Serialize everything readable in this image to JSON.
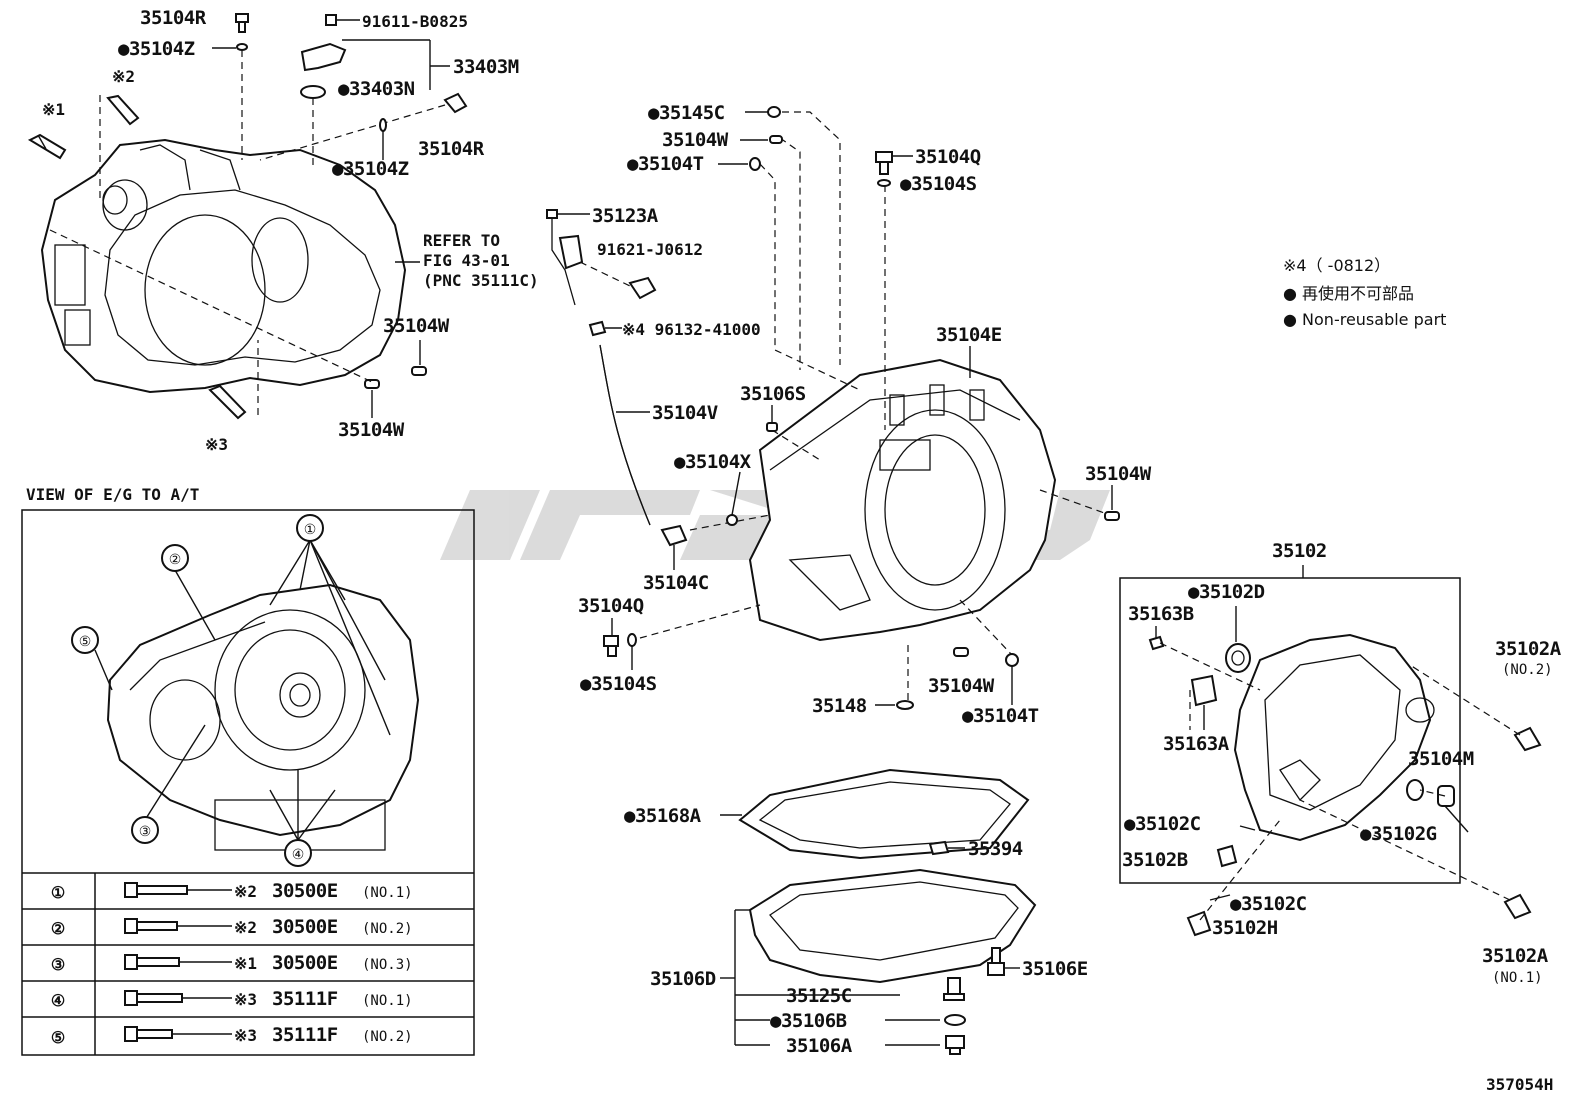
{
  "legend": {
    "note4": "※4（ -0812）",
    "non_reusable_jp": "● 再使用不可部品",
    "non_reusable_en": "● Non-reusable part"
  },
  "view_title": "VIEW OF E/G TO A/T",
  "refer": [
    "REFER TO",
    "FIG 43-01",
    "(PNC 35111C)"
  ],
  "figure_id": "357054H",
  "callouts": [
    "①",
    "②",
    "③",
    "④",
    "⑤"
  ],
  "bolt_table": [
    {
      "num": "①",
      "mark": "※2",
      "part": "30500E",
      "spec": "(NO.1)"
    },
    {
      "num": "②",
      "mark": "※2",
      "part": "30500E",
      "spec": "(NO.2)"
    },
    {
      "num": "③",
      "mark": "※1",
      "part": "30500E",
      "spec": "(NO.3)"
    },
    {
      "num": "④",
      "mark": "※3",
      "part": "35111F",
      "spec": "(NO.1)"
    },
    {
      "num": "⑤",
      "mark": "※3",
      "part": "35111F",
      "spec": "(NO.2)"
    }
  ],
  "labels": {
    "l35104R_top": "35104R",
    "l91611": "91611-B0825",
    "l35104Z_top": "●35104Z",
    "lmark2": "※2",
    "lmark1": "※1",
    "l33403N": "●33403N",
    "l33403M": "33403M",
    "l35104R_mid": "35104R",
    "l35104Z_mid": "●35104Z",
    "l35104W_a": "35104W",
    "l35104W_b": "35104W",
    "lmark3": "※3",
    "l35145C": "●35145C",
    "l35104W_c": "35104W",
    "l35104T_top": "●35104T",
    "l35123A": "35123A",
    "l91621": "91621-J0612",
    "l96132": "※4 96132-41000",
    "l35104V": "35104V",
    "l35104X": "●35104X",
    "l35104C": "35104C",
    "l35104Q_top": "35104Q",
    "l35104S_top": "●35104S",
    "l35104E": "35104E",
    "l35106S": "35106S",
    "l35104W_d": "35104W",
    "l35104Q_bot": "35104Q",
    "l35104S_bot": "●35104S",
    "l35148": "35148",
    "l35104W_e": "35104W",
    "l35104T_bot": "●35104T",
    "l35102": "35102",
    "l35102D": "●35102D",
    "l35163B": "35163B",
    "l35163A": "35163A",
    "l35102A_2": "35102A",
    "l35102A_2s": "(NO.2)",
    "l35104M": "35104M",
    "l35102C_a": "●35102C",
    "l35102G": "●35102G",
    "l35102B": "35102B",
    "l35102C_b": "●35102C",
    "l35102H": "35102H",
    "l35102A_1": "35102A",
    "l35102A_1s": "(NO.1)",
    "l35168A": "●35168A",
    "l35394": "35394",
    "l35106D": "35106D",
    "l35106E": "35106E",
    "l35125C": "35125C",
    "l35106B": "●35106B",
    "l35106A": "35106A"
  }
}
